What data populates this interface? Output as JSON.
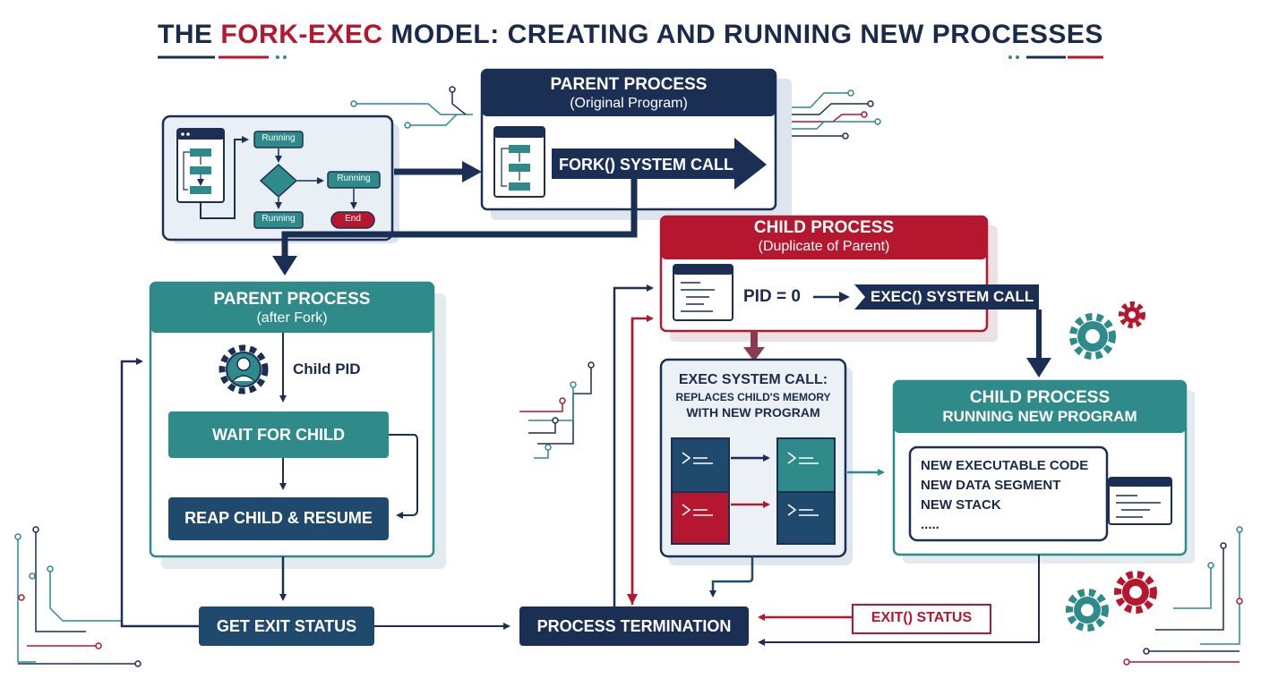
{
  "title": {
    "pre": "THE ",
    "highlight": "FORK-EXEC",
    "post": " MODEL: CREATING AND RUNNING NEW PROCESSES"
  },
  "program_flow": {
    "running_1": "Running",
    "running_2": "Running",
    "running_3": "Running",
    "end": "End"
  },
  "parent_process": {
    "title": "PARENT PROCESS",
    "subtitle": "(Original Program)",
    "fork_call": "FORK() SYSTEM CALL"
  },
  "parent_after_fork": {
    "title": "PARENT PROCESS",
    "subtitle": "(after Fork)",
    "child_pid": "Child PID",
    "wait": "WAIT FOR CHILD",
    "reap": "REAP CHILD & RESUME"
  },
  "child_process": {
    "title": "CHILD PROCESS",
    "subtitle": "(Duplicate of Parent)",
    "pid": "PID = 0",
    "exec_call": "EXEC() SYSTEM CALL"
  },
  "exec_box": {
    "line1": "EXEC SYSTEM CALL:",
    "line2": "REPLACES CHILD'S MEMORY",
    "line3": "WITH NEW PROGRAM"
  },
  "child_new": {
    "title": "CHILD PROCESS",
    "subtitle": "RUNNING NEW PROGRAM",
    "items": [
      "NEW EXECUTABLE CODE",
      "NEW DATA SEGMENT",
      "NEW STACK",
      "....."
    ]
  },
  "bottom": {
    "exit_status": "GET EXIT STATUS",
    "termination": "PROCESS TERMINATION",
    "exit_call": "EXIT() STATUS"
  },
  "colors": {
    "navy": "#1b2f55",
    "teal": "#2f8a8a",
    "red": "#b5172f",
    "light": "#e7eef3"
  }
}
